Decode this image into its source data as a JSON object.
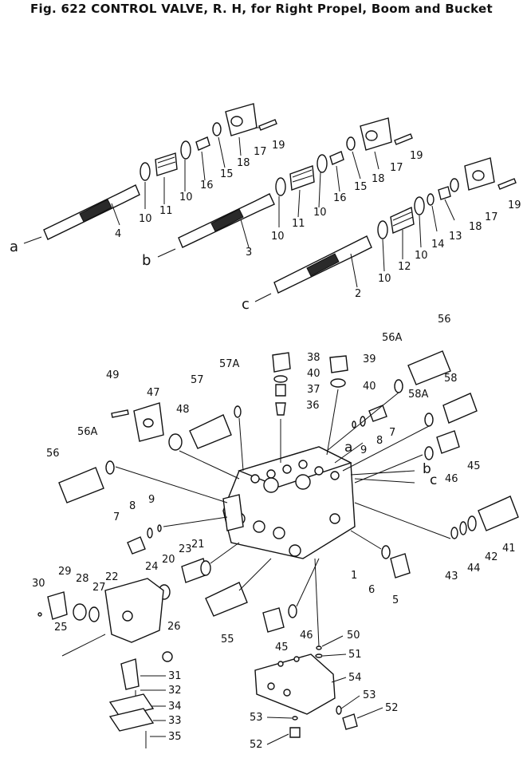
{
  "title": "Fig. 622   CONTROL VALVE, R. H, for Right Propel, Boom and Bucket",
  "labels": [
    {
      "id": "l-4",
      "text": "4"
    },
    {
      "id": "l-10a",
      "text": "10"
    },
    {
      "id": "l-11a",
      "text": "11"
    },
    {
      "id": "l-10b",
      "text": "10"
    },
    {
      "id": "l-16a",
      "text": "16"
    },
    {
      "id": "l-15a",
      "text": "15"
    },
    {
      "id": "l-18a",
      "text": "18"
    },
    {
      "id": "l-17a",
      "text": "17"
    },
    {
      "id": "l-19a",
      "text": "19"
    },
    {
      "id": "l-3",
      "text": "3"
    },
    {
      "id": "l-10c",
      "text": "10"
    },
    {
      "id": "l-11b",
      "text": "11"
    },
    {
      "id": "l-10d",
      "text": "10"
    },
    {
      "id": "l-16b",
      "text": "16"
    },
    {
      "id": "l-15b",
      "text": "15"
    },
    {
      "id": "l-18b",
      "text": "18"
    },
    {
      "id": "l-17b",
      "text": "17"
    },
    {
      "id": "l-19b",
      "text": "19"
    },
    {
      "id": "l-2",
      "text": "2"
    },
    {
      "id": "l-10e",
      "text": "10"
    },
    {
      "id": "l-12",
      "text": "12"
    },
    {
      "id": "l-10f",
      "text": "10"
    },
    {
      "id": "l-14",
      "text": "14"
    },
    {
      "id": "l-13",
      "text": "13"
    },
    {
      "id": "l-18c",
      "text": "18"
    },
    {
      "id": "l-17c",
      "text": "17"
    },
    {
      "id": "l-19c",
      "text": "19"
    },
    {
      "id": "l-a",
      "text": "a"
    },
    {
      "id": "l-b",
      "text": "b"
    },
    {
      "id": "l-c",
      "text": "c"
    },
    {
      "id": "l-38",
      "text": "38"
    },
    {
      "id": "l-39",
      "text": "39"
    },
    {
      "id": "l-40a",
      "text": "40"
    },
    {
      "id": "l-40b",
      "text": "40"
    },
    {
      "id": "l-37",
      "text": "37"
    },
    {
      "id": "l-36",
      "text": "36"
    },
    {
      "id": "l-56Aa",
      "text": "56A"
    },
    {
      "id": "l-56a",
      "text": "56"
    },
    {
      "id": "l-58",
      "text": "58"
    },
    {
      "id": "l-58A",
      "text": "58A"
    },
    {
      "id": "l-49",
      "text": "49"
    },
    {
      "id": "l-47",
      "text": "47"
    },
    {
      "id": "l-57",
      "text": "57"
    },
    {
      "id": "l-57A",
      "text": "57A"
    },
    {
      "id": "l-48",
      "text": "48"
    },
    {
      "id": "l-8a",
      "text": "8"
    },
    {
      "id": "l-9a",
      "text": "9"
    },
    {
      "id": "l-7a",
      "text": "7"
    },
    {
      "id": "l-a2",
      "text": "a"
    },
    {
      "id": "l-b2",
      "text": "b"
    },
    {
      "id": "l-c2",
      "text": "c"
    },
    {
      "id": "l-46a",
      "text": "46"
    },
    {
      "id": "l-45a",
      "text": "45"
    },
    {
      "id": "l-56Ab",
      "text": "56A"
    },
    {
      "id": "l-56b",
      "text": "56"
    },
    {
      "id": "l-8b",
      "text": "8"
    },
    {
      "id": "l-9b",
      "text": "9"
    },
    {
      "id": "l-7b",
      "text": "7"
    },
    {
      "id": "l-21",
      "text": "21"
    },
    {
      "id": "l-23",
      "text": "23"
    },
    {
      "id": "l-20",
      "text": "20"
    },
    {
      "id": "l-24",
      "text": "24"
    },
    {
      "id": "l-22",
      "text": "22"
    },
    {
      "id": "l-29",
      "text": "29"
    },
    {
      "id": "l-28",
      "text": "28"
    },
    {
      "id": "l-27",
      "text": "27"
    },
    {
      "id": "l-30",
      "text": "30"
    },
    {
      "id": "l-25",
      "text": "25"
    },
    {
      "id": "l-26",
      "text": "26"
    },
    {
      "id": "l-1",
      "text": "1"
    },
    {
      "id": "l-6",
      "text": "6"
    },
    {
      "id": "l-5",
      "text": "5"
    },
    {
      "id": "l-43",
      "text": "43"
    },
    {
      "id": "l-44",
      "text": "44"
    },
    {
      "id": "l-42",
      "text": "42"
    },
    {
      "id": "l-41",
      "text": "41"
    },
    {
      "id": "l-55",
      "text": "55"
    },
    {
      "id": "l-45b",
      "text": "45"
    },
    {
      "id": "l-46b",
      "text": "46"
    },
    {
      "id": "l-50",
      "text": "50"
    },
    {
      "id": "l-51",
      "text": "51"
    },
    {
      "id": "l-54",
      "text": "54"
    },
    {
      "id": "l-53a",
      "text": "53"
    },
    {
      "id": "l-52a",
      "text": "52"
    },
    {
      "id": "l-53b",
      "text": "53"
    },
    {
      "id": "l-52b",
      "text": "52"
    },
    {
      "id": "l-31",
      "text": "31"
    },
    {
      "id": "l-32",
      "text": "32"
    },
    {
      "id": "l-34",
      "text": "34"
    },
    {
      "id": "l-33",
      "text": "33"
    },
    {
      "id": "l-35",
      "text": "35"
    }
  ]
}
